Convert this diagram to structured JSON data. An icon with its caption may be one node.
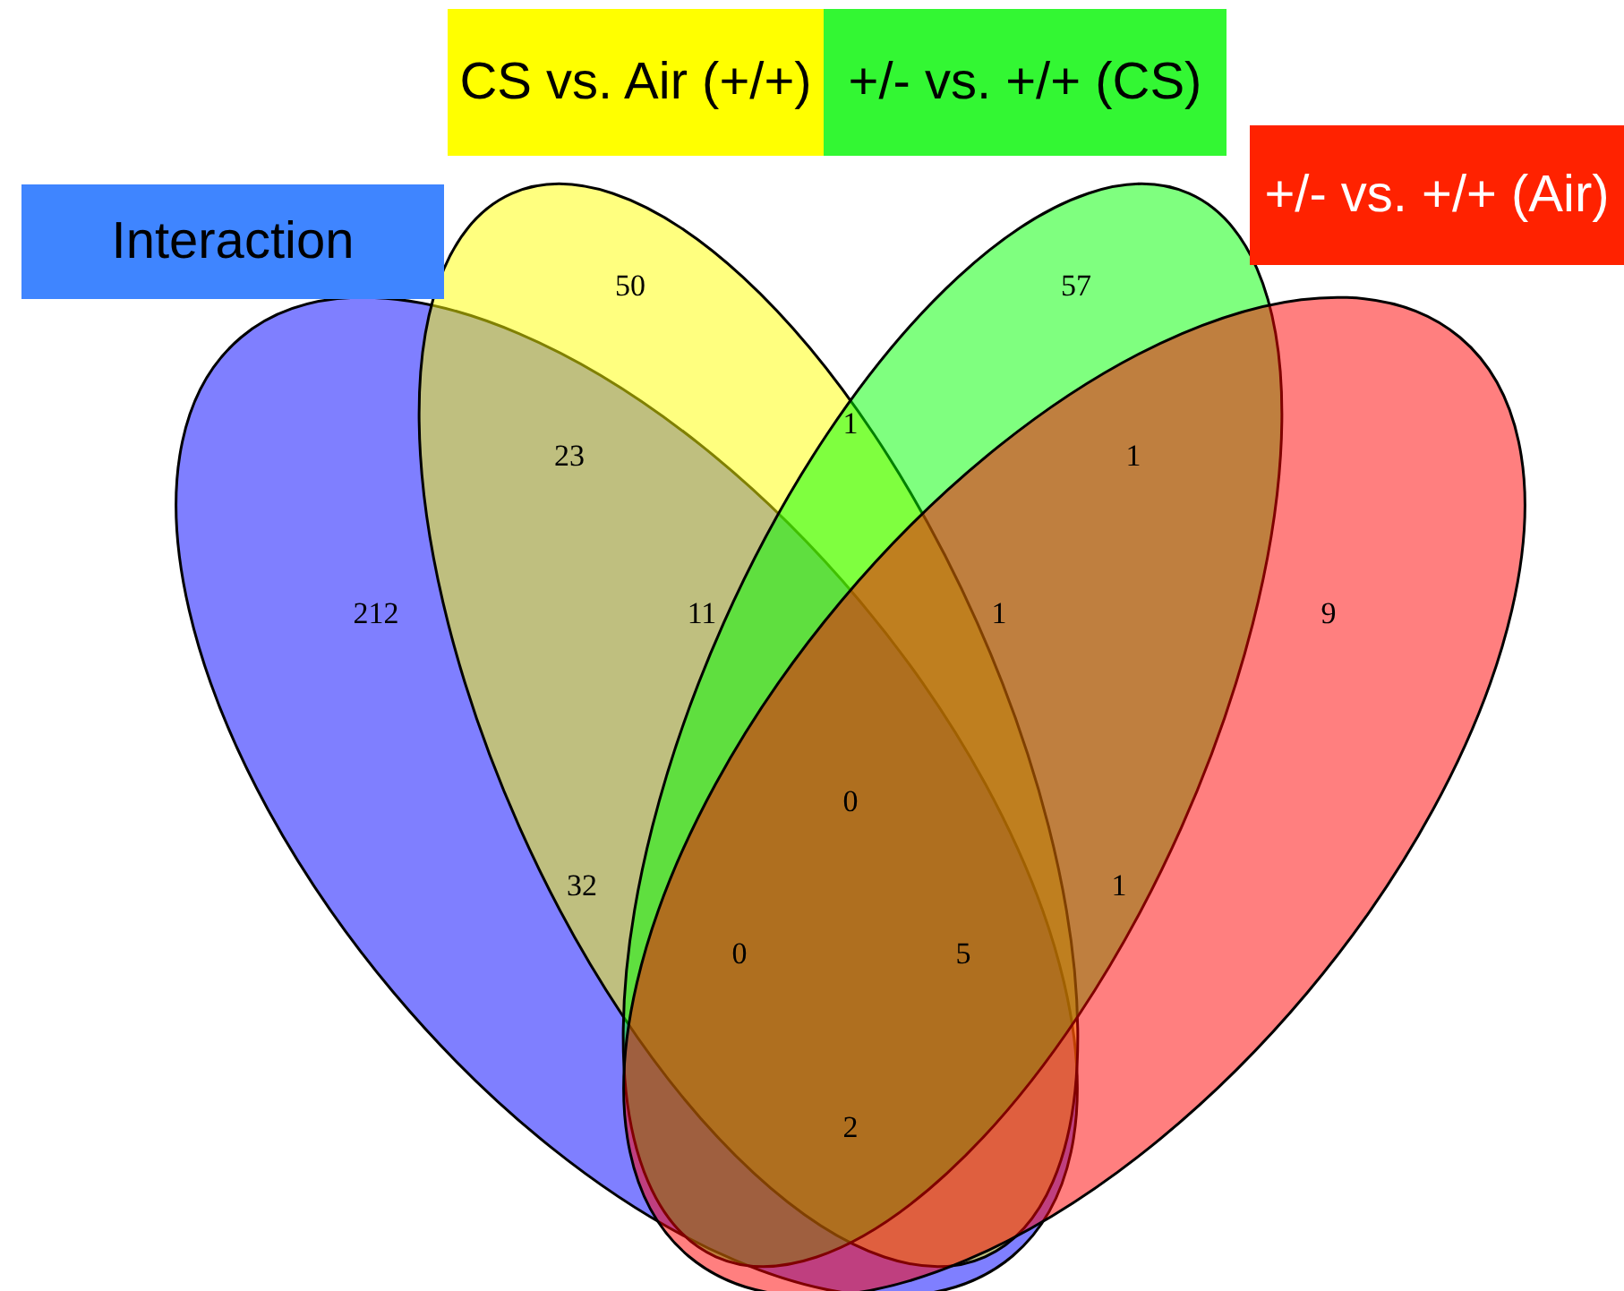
{
  "diagram": {
    "nodes": [
      {
        "text": [
          "Interaction"
        ]
      },
      {
        "text": [
          "CS vs. Air (+/+)"
        ]
      },
      {
        "text": [
          "+/- vs. +/+ (CS)"
        ]
      },
      {
        "text": [
          "+/- vs. +/+ (Air)"
        ]
      }
    ],
    "labels": [
      "50",
      "57",
      "1",
      "23",
      "1",
      "212",
      "11",
      "1",
      "9",
      "0",
      "32",
      "1",
      "0",
      "5",
      "2"
    ]
  }
}
